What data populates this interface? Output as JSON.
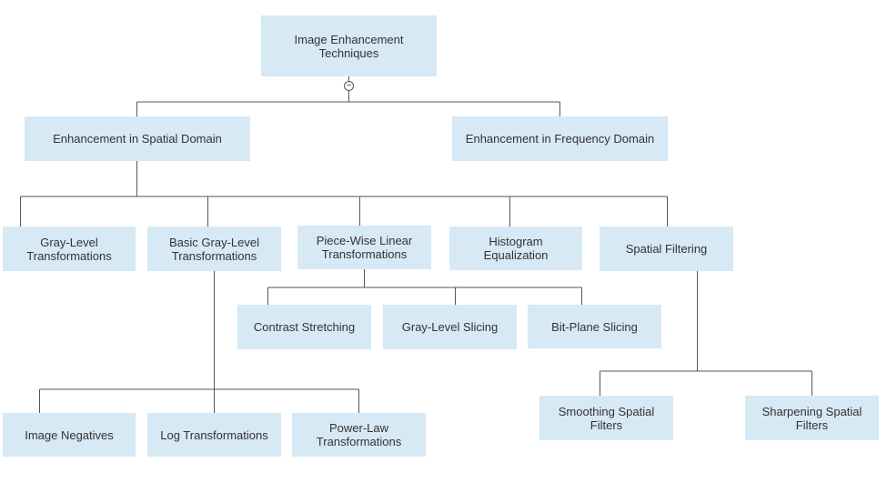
{
  "colors": {
    "node_fill": "#d6e9f5",
    "line": "#555555",
    "text": "#333333"
  },
  "diagram": {
    "root": {
      "label": "Image Enhancement Techniques"
    },
    "collapse_icon": "minus-circle-icon",
    "spatial": {
      "label": "Enhancement in Spatial Domain"
    },
    "frequency": {
      "label": "Enhancement in Frequency Domain"
    },
    "gray_level": {
      "label": "Gray-Level Transformations"
    },
    "basic_gray_level": {
      "label": "Basic Gray-Level Transformations"
    },
    "piecewise": {
      "label": "Piece-Wise Linear Transformations"
    },
    "histogram": {
      "label": "Histogram Equalization"
    },
    "spatial_filtering": {
      "label": "Spatial Filtering"
    },
    "contrast_stretching": {
      "label": "Contrast Stretching"
    },
    "gray_level_slicing": {
      "label": "Gray-Level Slicing"
    },
    "bit_plane_slicing": {
      "label": "Bit-Plane Slicing"
    },
    "image_negatives": {
      "label": "Image Negatives"
    },
    "log_transformations": {
      "label": "Log Transformations"
    },
    "power_law": {
      "label": "Power-Law Transformations"
    },
    "smoothing": {
      "label": "Smoothing Spatial Filters"
    },
    "sharpening": {
      "label": "Sharpening Spatial Filters"
    }
  }
}
